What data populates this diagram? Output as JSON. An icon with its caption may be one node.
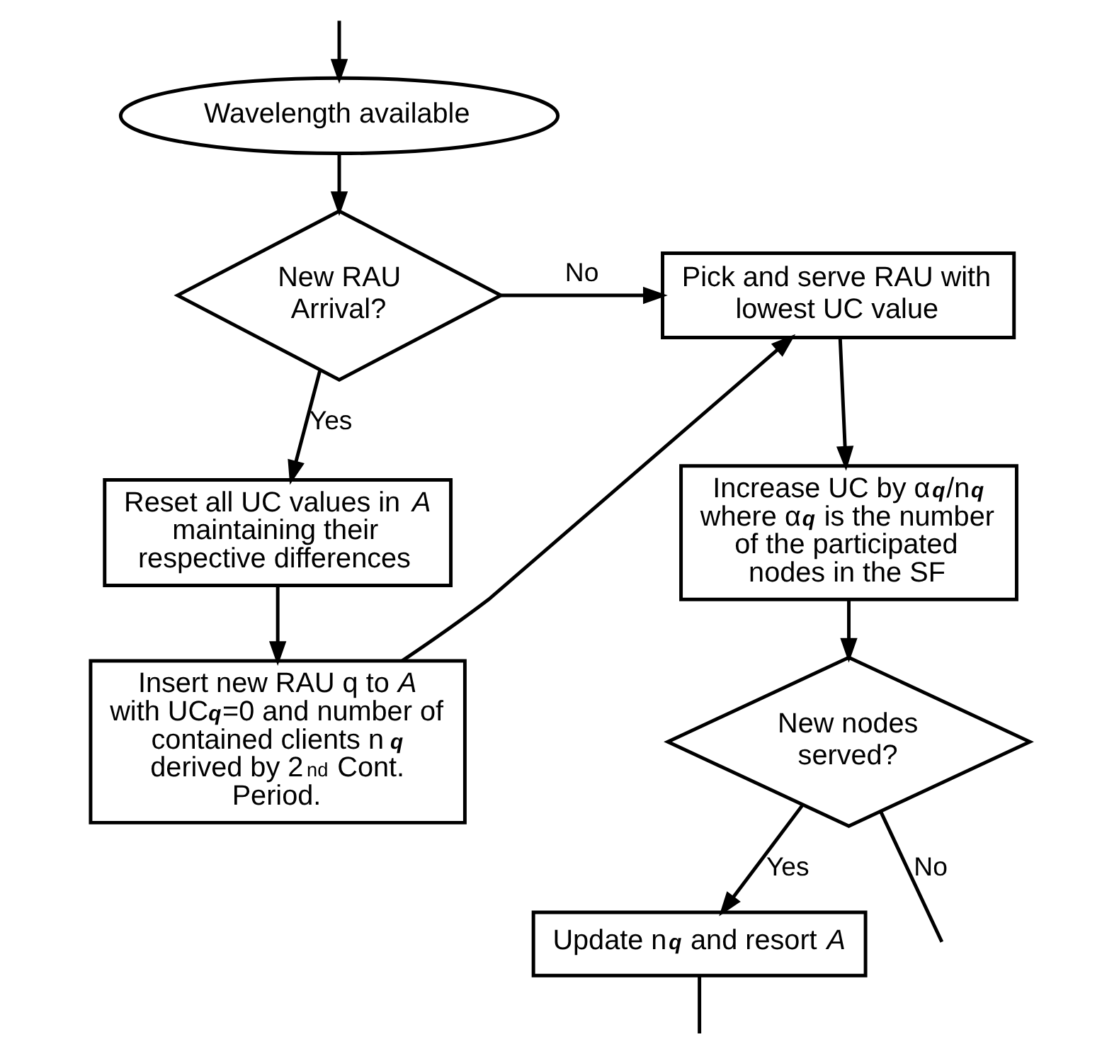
{
  "diagram": {
    "nodes": [
      {
        "text": [
          "Wavelength available"
        ]
      },
      {
        "text": [
          "New RAU Arrival?"
        ]
      },
      {
        "text": [
          "Pick and serve RAU with lowest UC value"
        ]
      },
      {
        "text": [
          "Reset all UC values in *A* maintaining their respective differences"
        ]
      },
      {
        "text": [
          "Insert new RAU q to *A* with UC$_{q}$=0 and number of contained clients n$_{q}$ derived by 2$^{nd}$ Cont. Period."
        ]
      },
      {
        "text": [
          "Increase UC by α$_{q}$/n$_{q}$ where α$_{q}$ is the number of the participated nodes in the SF"
        ]
      },
      {
        "text": [
          "New nodes served?"
        ]
      },
      {
        "text": [
          "Update n$_{q}$ and resort *A*"
        ]
      }
    ],
    "edges": [
      {
        "from": 0,
        "to": 1,
        "arrow": "to"
      },
      {
        "from": 1,
        "to": 2,
        "arrow": "to",
        "label": "No"
      },
      {
        "from": 1,
        "to": 3,
        "arrow": "to",
        "label": "Yes"
      },
      {
        "from": 3,
        "to": 4,
        "arrow": "to"
      },
      {
        "from": 4,
        "to": 2,
        "arrow": "to"
      },
      {
        "from": 2,
        "to": 5,
        "arrow": "to"
      },
      {
        "from": 5,
        "to": 6,
        "arrow": "to"
      },
      {
        "from": 6,
        "to": 7,
        "arrow": "to",
        "label": "Yes"
      },
      {
        "from": 6,
        "to": null,
        "arrow": "none",
        "label": "No"
      },
      {
        "from": 7,
        "to": null,
        "arrow": "none"
      },
      {
        "from": null,
        "to": 0,
        "arrow": "to"
      }
    ]
  }
}
